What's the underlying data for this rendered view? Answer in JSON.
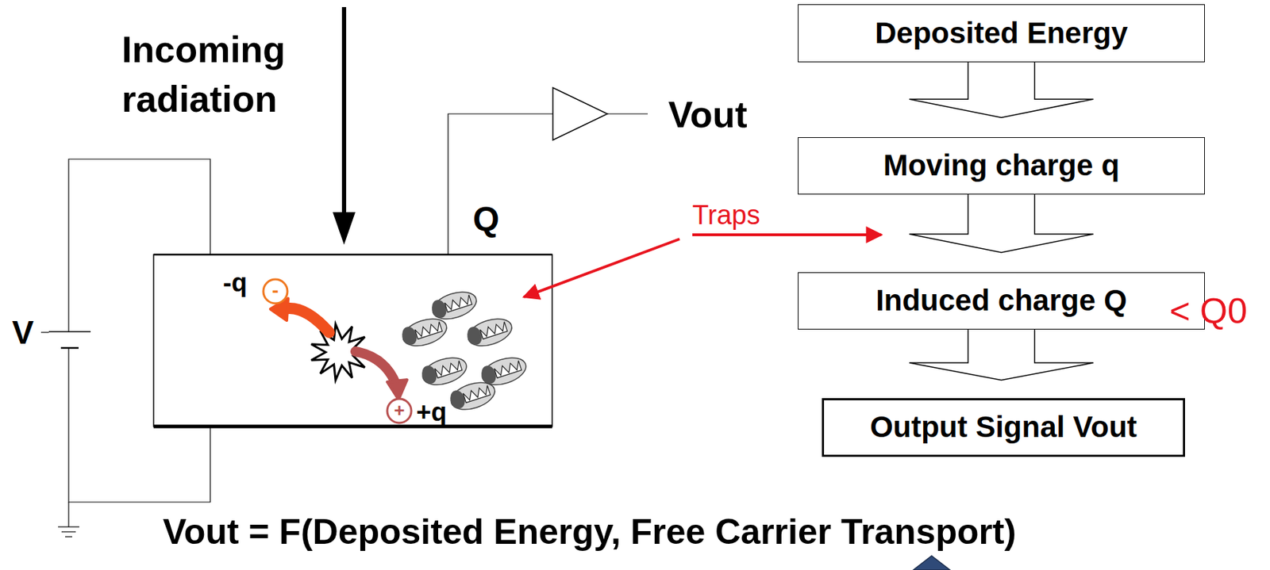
{
  "diagram": {
    "nodes": [
      {
        "text": [
          "Deposited Energy"
        ]
      },
      {
        "text": [
          "Moving charge q"
        ]
      },
      {
        "text": [
          "Induced charge Q"
        ]
      },
      {
        "text": [
          "Output Signal Vout"
        ]
      }
    ],
    "edges": [
      {
        "from": 0,
        "to": 1,
        "arrow": "to"
      },
      {
        "from": 1,
        "to": 2,
        "arrow": "to"
      },
      {
        "from": 2,
        "to": 3,
        "arrow": "to"
      }
    ],
    "labels": [
      "Incoming radiation",
      "V",
      "Vout",
      "Q",
      "-q",
      "+q",
      "-",
      "+",
      "Traps",
      "< Q0",
      "Vout = F(Deposited Energy, Free Carrier Transport)"
    ]
  }
}
